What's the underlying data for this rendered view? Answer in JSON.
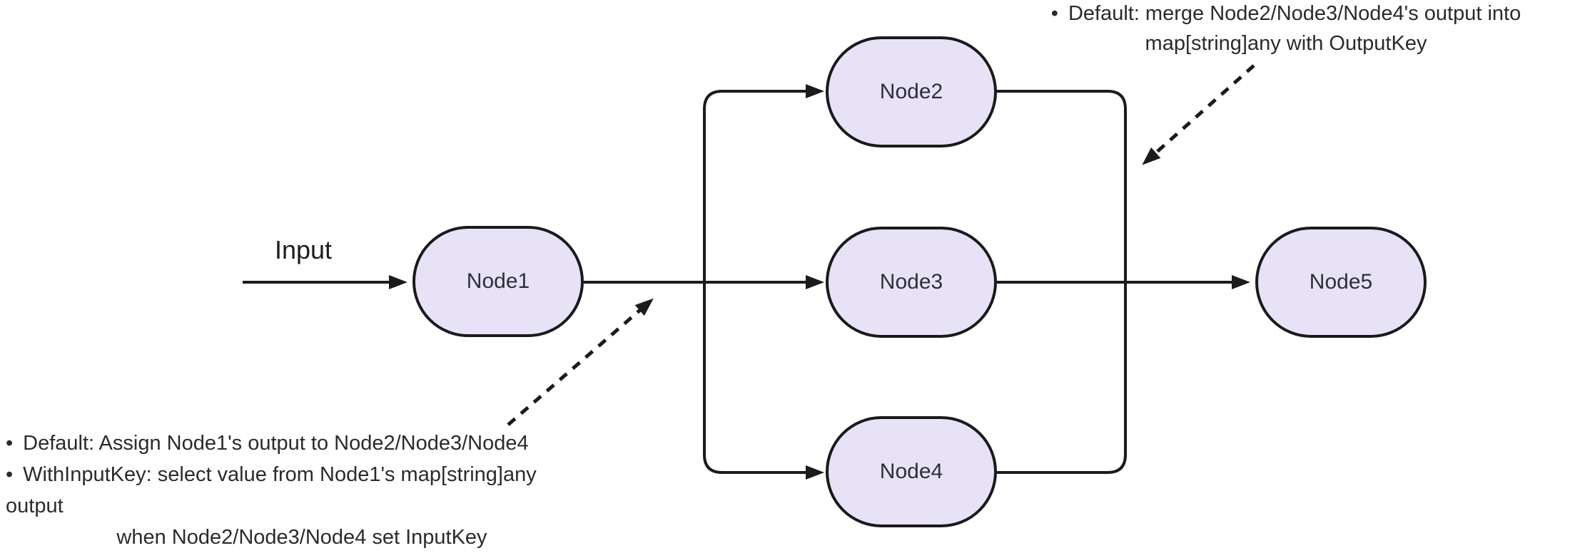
{
  "diagram": {
    "input_label": "Input",
    "nodes": [
      {
        "id": "node1",
        "label": "Node1"
      },
      {
        "id": "node2",
        "label": "Node2"
      },
      {
        "id": "node3",
        "label": "Node3"
      },
      {
        "id": "node4",
        "label": "Node4"
      },
      {
        "id": "node5",
        "label": "Node5"
      }
    ],
    "annotations": {
      "merge_output": {
        "bullet": "•",
        "line1": "Default: merge Node2/Node3/Node4's output into",
        "line2": "map[string]any with OutputKey"
      },
      "assign_input": {
        "bullet": "•",
        "item1": "Default: Assign Node1's output to Node2/Node3/Node4",
        "item2_line1": "WithInputKey: select value from Node1's map[string]any output",
        "item2_line2": "when Node2/Node3/Node4 set InputKey"
      }
    },
    "colors": {
      "background": "#FFFFFF",
      "node_fill": "#E8E2F7",
      "node_border": "#1A1A1A",
      "node_text": "#2F2E38",
      "edge": "#1B1B1B",
      "annotation_text": "#2B2B2B"
    }
  }
}
